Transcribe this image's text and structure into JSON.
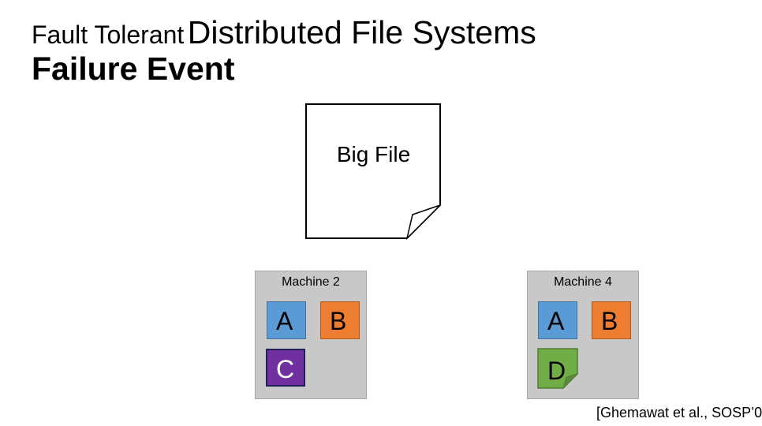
{
  "header": {
    "title_part1": "Fault Tolerant",
    "title_part2": "Distributed File Systems",
    "subtitle": "Failure Event"
  },
  "file": {
    "label": "Big File"
  },
  "machines": [
    {
      "name": "Machine 2",
      "chunks": [
        "A",
        "B",
        "C"
      ]
    },
    {
      "name": "Machine 4",
      "chunks": [
        "A",
        "B",
        "D"
      ]
    }
  ],
  "colors": {
    "chunk_a": "#5b9bd5",
    "chunk_b": "#ed7d31",
    "chunk_c": "#7030a0",
    "chunk_d": "#70ad47",
    "machine_bg": "#c8c8c8"
  },
  "citation": "[Ghemawat et al., SOSP’0"
}
